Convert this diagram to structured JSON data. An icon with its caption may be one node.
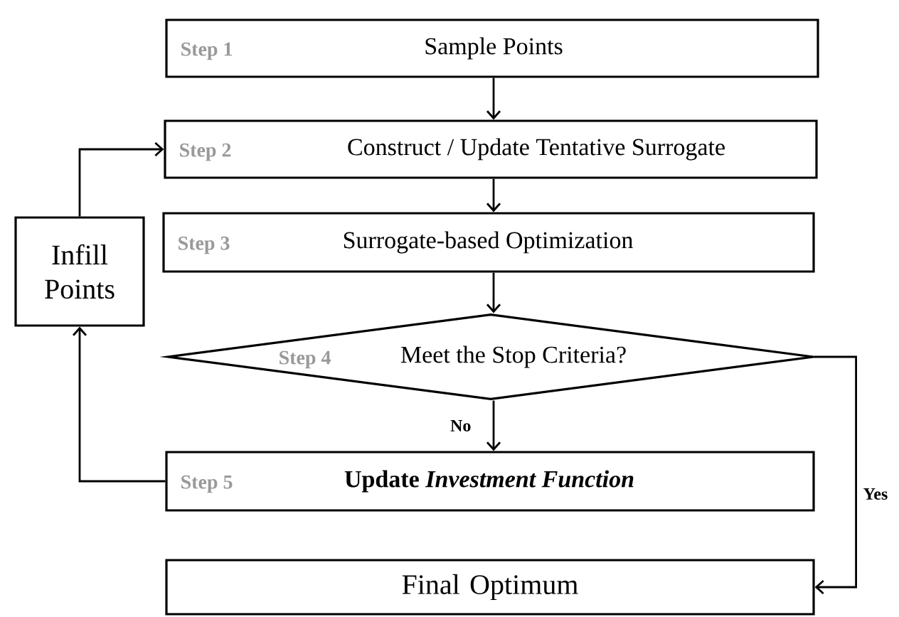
{
  "diagram": {
    "nodes": [
      {
        "text": [
          "Step 1",
          "Sample Points"
        ]
      },
      {
        "text": [
          "Step 2",
          "Construct / Update Tentative Surrogate"
        ]
      },
      {
        "text": [
          "Step 3",
          "Surrogate-based Optimization"
        ]
      },
      {
        "text": [
          "Infill Points"
        ]
      },
      {
        "text": [
          "Step 4",
          "Meet the Stop Criteria?"
        ]
      },
      {
        "text": [
          "Step 5",
          "Update *Investment Function*"
        ]
      },
      {
        "text": [
          "Final Optimum"
        ]
      }
    ],
    "edges": [
      {
        "from": 0,
        "to": 1,
        "arrow": "to"
      },
      {
        "from": 1,
        "to": 2,
        "arrow": "to"
      },
      {
        "from": 2,
        "to": 4,
        "arrow": "to"
      },
      {
        "from": 4,
        "to": 5,
        "arrow": "to",
        "label": "No"
      },
      {
        "from": 5,
        "to": 3,
        "arrow": "to"
      },
      {
        "from": 3,
        "to": 1,
        "arrow": "to"
      },
      {
        "from": 4,
        "to": 6,
        "arrow": "to",
        "label": "Yes"
      }
    ]
  }
}
